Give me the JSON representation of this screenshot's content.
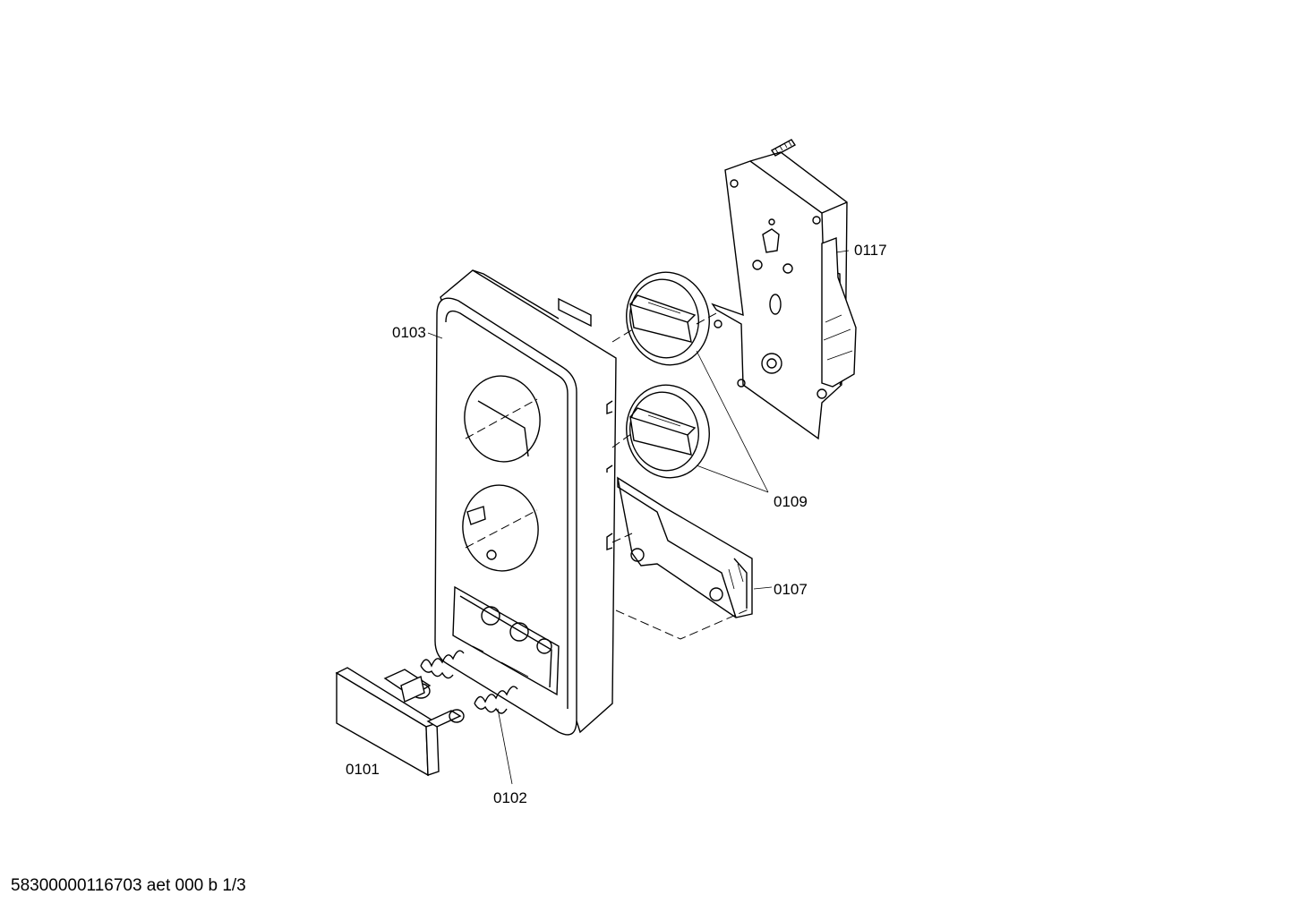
{
  "labels": {
    "p0101": "0101",
    "p0102": "0102",
    "p0103": "0103",
    "p0107": "0107",
    "p0109": "0109",
    "p0117": "0117"
  },
  "footer": "58300000116703 aet 000 b 1/3"
}
